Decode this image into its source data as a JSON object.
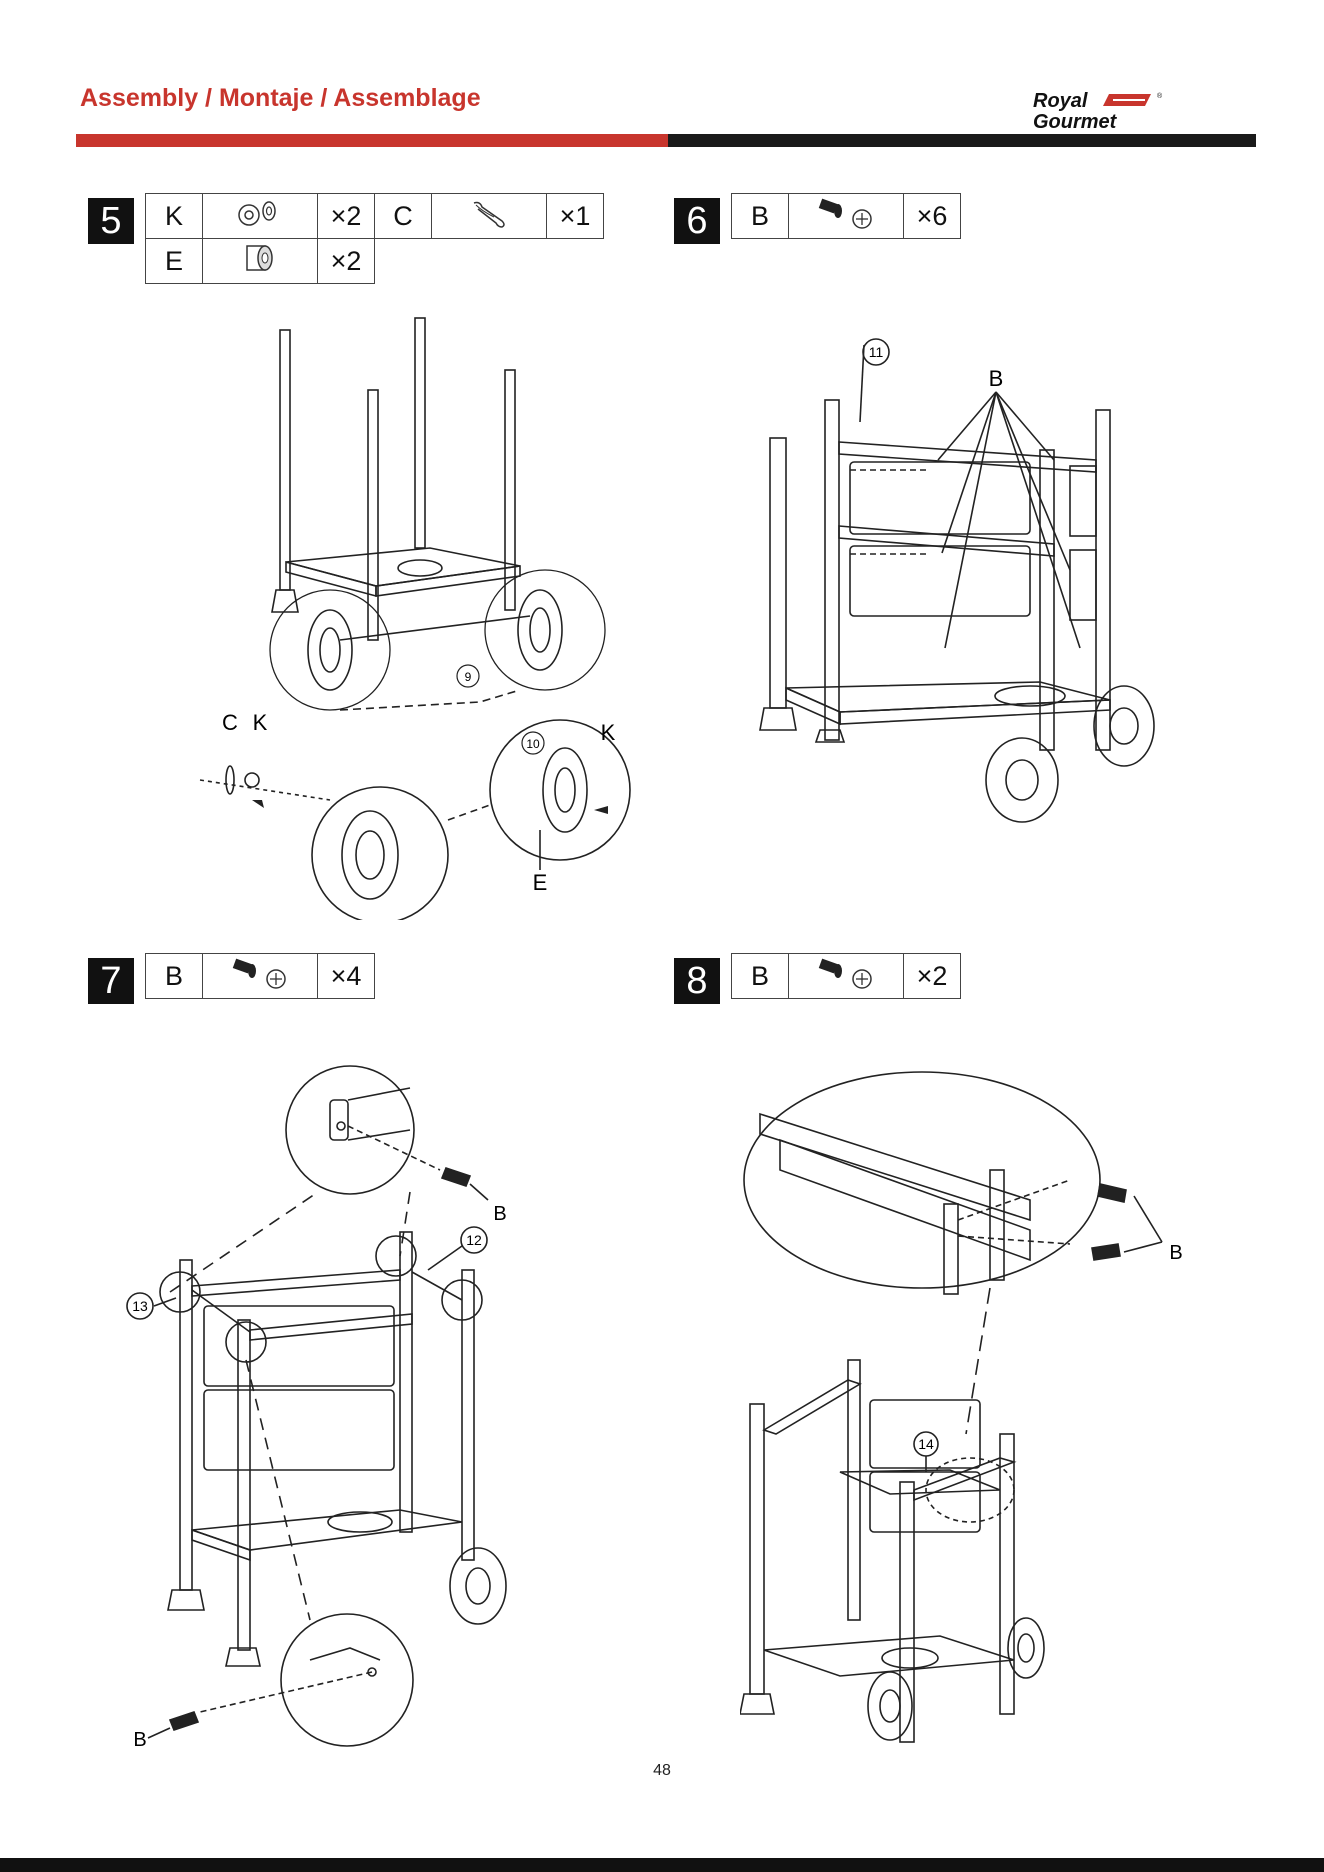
{
  "header": {
    "title": "Assembly / Montaje / Assemblage",
    "logo_line1": "Royal",
    "logo_line2": "Gourmet",
    "accent_color": "#c8352d"
  },
  "steps": [
    {
      "number": "5",
      "parts": [
        {
          "letter": "K",
          "icon": "washer-icon",
          "qty": "×2"
        },
        {
          "letter": "C",
          "icon": "cotter-pin-icon",
          "qty": "×1"
        },
        {
          "letter": "E",
          "icon": "wheel-spacer-icon",
          "qty": "×2"
        }
      ],
      "labels": {
        "part9": "9",
        "part10": "10",
        "c": "C",
        "k": "K",
        "k2": "K",
        "e": "E"
      }
    },
    {
      "number": "6",
      "parts": [
        {
          "letter": "B",
          "icon": "bolt-icon",
          "qty": "×6"
        }
      ],
      "labels": {
        "part11": "11",
        "b": "B"
      }
    },
    {
      "number": "7",
      "parts": [
        {
          "letter": "B",
          "icon": "bolt-icon",
          "qty": "×4"
        }
      ],
      "labels": {
        "part12": "12",
        "part13": "13",
        "b1": "B",
        "b2": "B"
      }
    },
    {
      "number": "8",
      "parts": [
        {
          "letter": "B",
          "icon": "bolt-icon",
          "qty": "×2"
        }
      ],
      "labels": {
        "part14": "14",
        "b": "B"
      }
    }
  ],
  "page_number": "48"
}
